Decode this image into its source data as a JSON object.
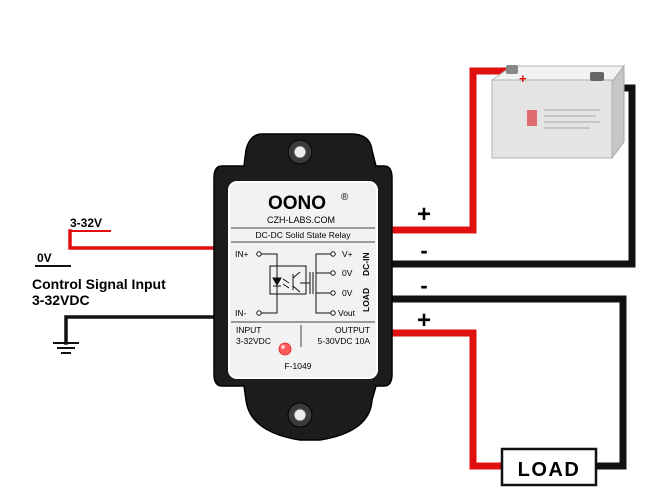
{
  "colors": {
    "wire_red": "#e01010",
    "wire_black": "#111111",
    "relay_body": "#1c1c1c",
    "relay_label": "#f2f2f2",
    "battery_body": "#e4e4e4",
    "led": "#ff5a5a"
  },
  "control": {
    "high_label": "3-32V",
    "low_label": "0V",
    "title_line1": "Control Signal Input",
    "title_line2": "3-32VDC"
  },
  "relay": {
    "brand": "OONO",
    "registered": "®",
    "website": "CZH-LABS.COM",
    "subtitle": "DC-DC Solid State Relay",
    "pin_in_plus": "IN+",
    "pin_in_minus": "IN-",
    "pin_v_plus": "V+",
    "pin_0v_a": "0V",
    "pin_0v_b": "0V",
    "pin_vout": "Vout",
    "side_dc_in": "DC-IN",
    "side_load": "LOAD",
    "input_label": "INPUT",
    "input_range": "3-32VDC",
    "output_label": "OUTPUT",
    "output_range": "5-30VDC 10A",
    "model": "F-1049"
  },
  "terminals": {
    "dcin_plus": "+",
    "dcin_minus": "-",
    "load_minus": "-",
    "load_plus": "+"
  },
  "load": {
    "label": "LOAD"
  },
  "battery": {
    "plus_mark": "+"
  }
}
